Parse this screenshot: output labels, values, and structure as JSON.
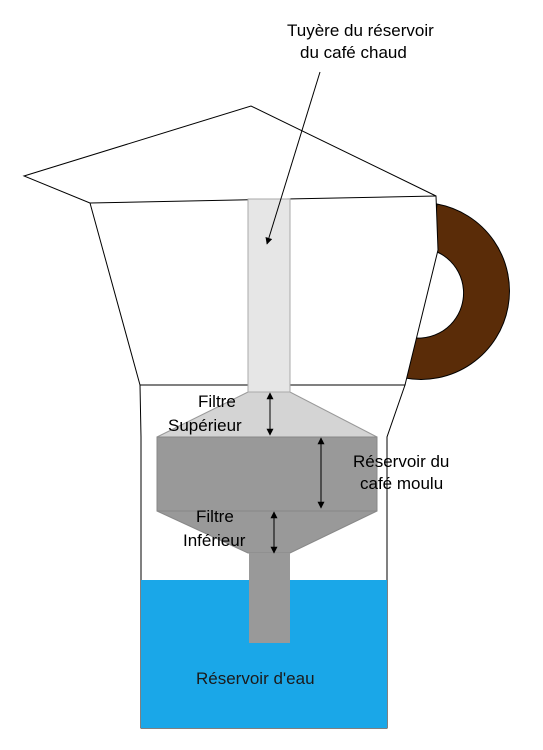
{
  "labels": {
    "nozzle_line1": "Tuyère du réservoir",
    "nozzle_line2": "du café chaud",
    "upper_filter_line1": "Filtre",
    "upper_filter_line2": "Supérieur",
    "ground_coffee_line1": "Réservoir du",
    "ground_coffee_line2": "café moulu",
    "lower_filter_line1": "Filtre",
    "lower_filter_line2": "Inférieur",
    "water_tank": "Réservoir d'eau"
  },
  "colors": {
    "outline": "#000000",
    "nozzle_fill": "#e6e6e6",
    "upper_filter_fill": "#d4d4d4",
    "coffee_fill": "#999999",
    "water_fill": "#1aa7e8",
    "handle_fill": "#5a2c08"
  }
}
